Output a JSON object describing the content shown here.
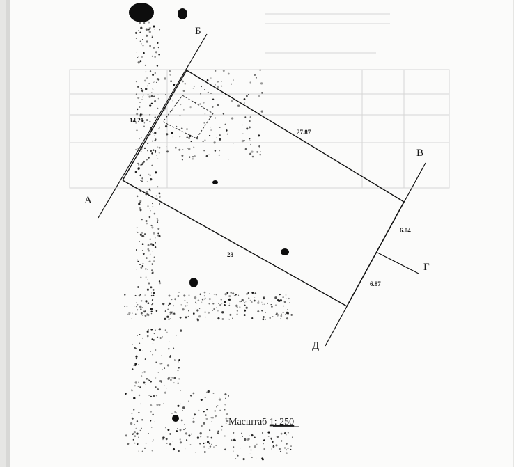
{
  "vertices": [
    "А",
    "Б",
    "В",
    "Г",
    "Д"
  ],
  "dimensions": {
    "ab": "14.21",
    "bv": "27.87",
    "ad": "28",
    "v_mid": "6.04",
    "mid_d": "6.87"
  },
  "scale": {
    "prefix": "Масштаб ",
    "value": "1: 250"
  }
}
